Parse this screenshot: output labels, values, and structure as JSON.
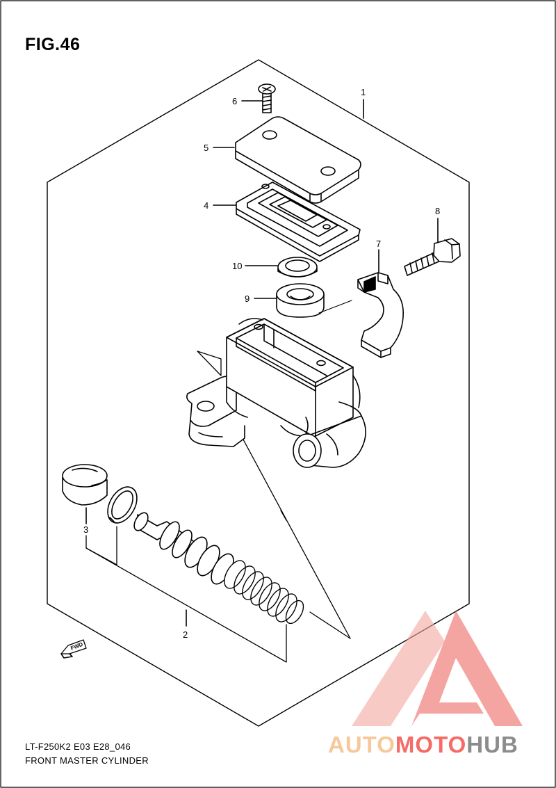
{
  "figure": {
    "title": "FIG.46",
    "model_code": "LT-F250K2 E03 E28_046",
    "assembly_name": "FRONT MASTER CYLINDER"
  },
  "callouts": [
    {
      "id": "1",
      "part": "master-cylinder-assembly"
    },
    {
      "id": "2",
      "part": "piston-kit"
    },
    {
      "id": "3",
      "part": "boot"
    },
    {
      "id": "4",
      "part": "diaphragm"
    },
    {
      "id": "5",
      "part": "reservoir-cap"
    },
    {
      "id": "6",
      "part": "cap-screw"
    },
    {
      "id": "7",
      "part": "clamp"
    },
    {
      "id": "8",
      "part": "clamp-bolt"
    },
    {
      "id": "9",
      "part": "reservoir-ring"
    },
    {
      "id": "10",
      "part": "plate"
    }
  ],
  "fwd_label": "FWD",
  "watermark": {
    "part1": "AUTO",
    "part2": "MOTO",
    "part3": "HUB",
    "color_light": "#f7c89a",
    "color_red": "#f56b66",
    "color_gray": "#8c8c8c"
  },
  "colors": {
    "line": "#000000",
    "background": "#ffffff"
  }
}
